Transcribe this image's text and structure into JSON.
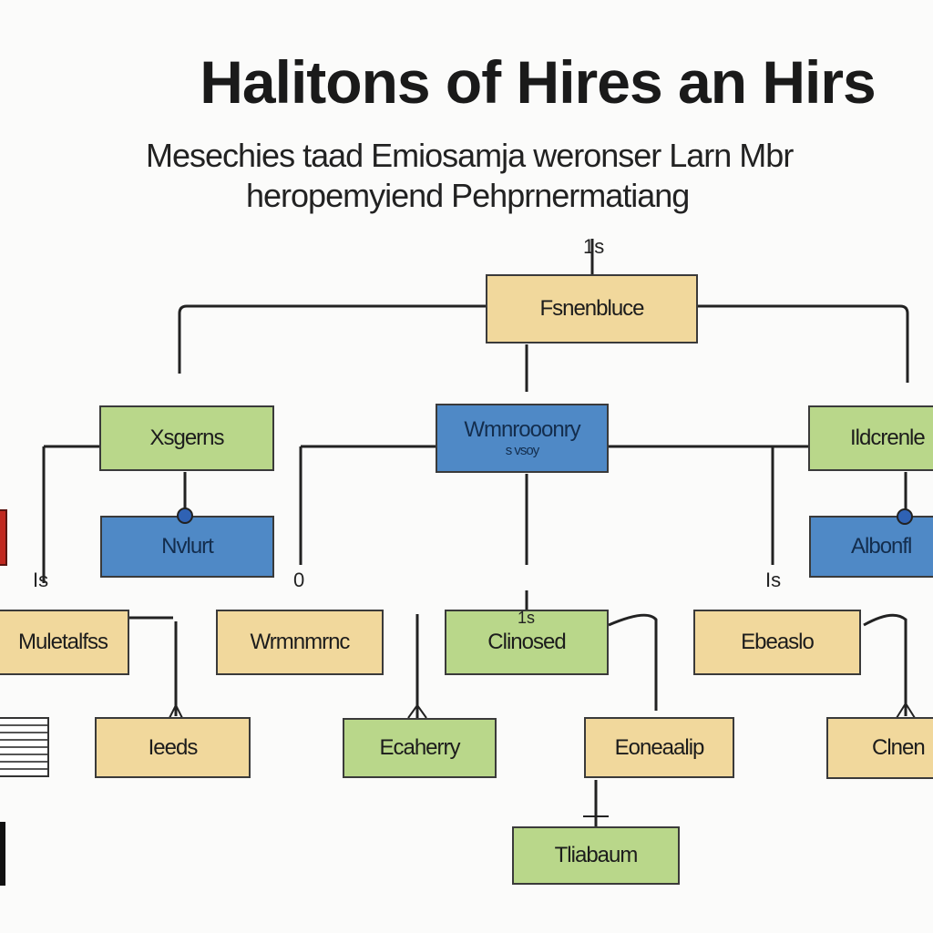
{
  "title": "Halitons of Hires an Hirs",
  "subtitle_line1": "Mesechies taad Emiosamja weronser Larn Mbr",
  "subtitle_line2": "heropemyiend Pehprnermatiang",
  "boxes": {
    "top": "Fsnenbluce",
    "left_level1": "Xsgerns",
    "center_level1": "Wmnrooonry",
    "center_level1_sub": "s vsoy",
    "right_level1": "Ildcrenle",
    "left_blue": "Nvlurt",
    "right_blue": "Albonfl",
    "row3_a": "Muletalfss",
    "row3_b": "Wrmnmrnc",
    "row3_c": "Clinosed",
    "row3_d": "Ebeaslo",
    "row4_a": "Ieeds",
    "row4_b": "Ecaherry",
    "row4_c": "Eoneaalip",
    "row4_d": "Clnen",
    "bottom": "Tliabaum"
  },
  "glyphs": {
    "top_mark": "1s",
    "left_mark": "Is",
    "mid_left_mark": "0",
    "center_mark": "1s",
    "right_mark": "Is"
  }
}
